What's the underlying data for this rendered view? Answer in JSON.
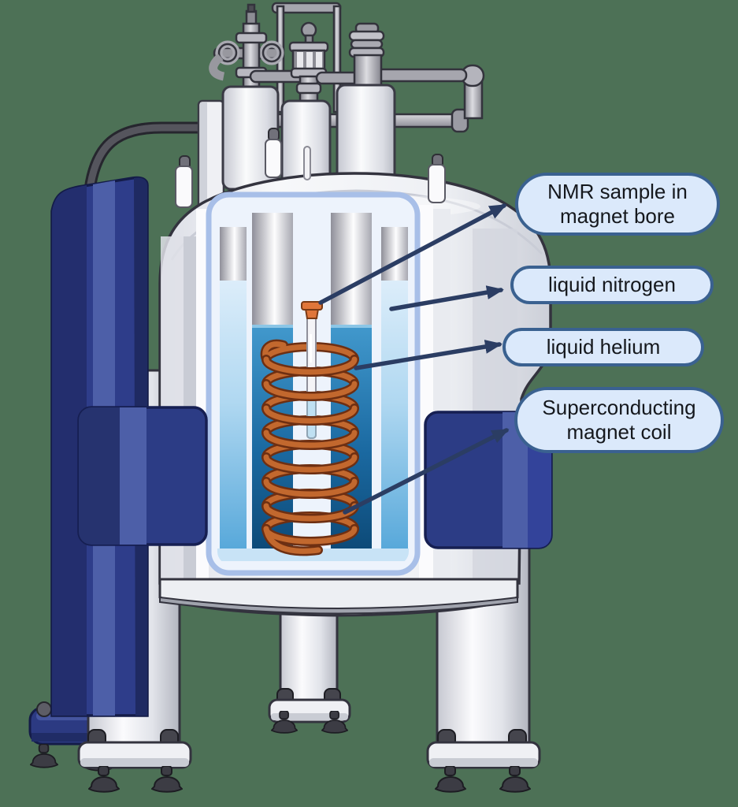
{
  "figure": {
    "type": "labeled-diagram",
    "subject": "NMR spectrometer cutaway illustration",
    "callouts": [
      {
        "id": "nmr-sample",
        "text": "NMR sample in magnet bore"
      },
      {
        "id": "liquid-nitrogen",
        "text": "liquid nitrogen"
      },
      {
        "id": "liquid-helium",
        "text": "liquid helium"
      },
      {
        "id": "magnet-coil",
        "text": "Superconducting magnet coil"
      }
    ],
    "colors": {
      "background": "#4d7156",
      "callout_fill": "#dbe9fb",
      "callout_border": "#3a6190",
      "arrow": "#2b3d63",
      "tower_blue": "#2e3d8a",
      "box_blue": "#2c3c85",
      "coil_copper": "#c2682e",
      "liquid_nitrogen": "#a9d4ee",
      "liquid_helium": "#1b6aa2",
      "vessel_outline": "#33333e",
      "window_border": "#a8bfe8"
    }
  }
}
